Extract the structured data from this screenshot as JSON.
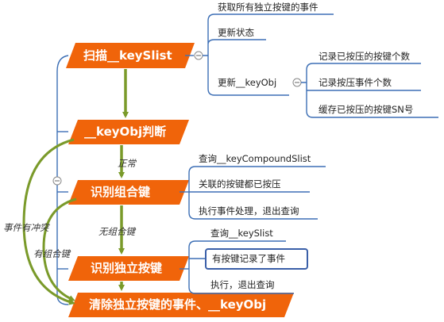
{
  "nodes": {
    "scan": "扫描__keySlist",
    "judge": "__keyObj判断",
    "combo": "识别组合键",
    "single": "识别独立按键",
    "clear": "清除独立按键的事件、__keyObj"
  },
  "scan_children": {
    "get_events": "获取所有独立按键的事件",
    "update_state": "更新状态",
    "update_keyobj": "更新__keyObj"
  },
  "keyobj_children": {
    "record_pressed_count": "记录已按压的按键个数",
    "record_event_count": "记录按压事件个数",
    "cache_sn": "缓存已按压的按键SN号"
  },
  "combo_children": {
    "query": "查询__keyCompoundSlist",
    "all_pressed": "关联的按键都已按压",
    "execute": "执行事件处理，退出查询"
  },
  "single_children": {
    "query": "查询__keySlist",
    "has_event": "有按键记录了事件",
    "execute": "执行，退出查询"
  },
  "edge_labels": {
    "normal": "正常",
    "no_combo": "无组合键",
    "has_combo": "有组合键",
    "conflict": "事件有冲突"
  },
  "colors": {
    "node_fill": "#f0640a",
    "flow_arrow": "#7a9a2a",
    "branch_line": "#3d6fb5",
    "highlight_border": "#3a5fa8"
  }
}
